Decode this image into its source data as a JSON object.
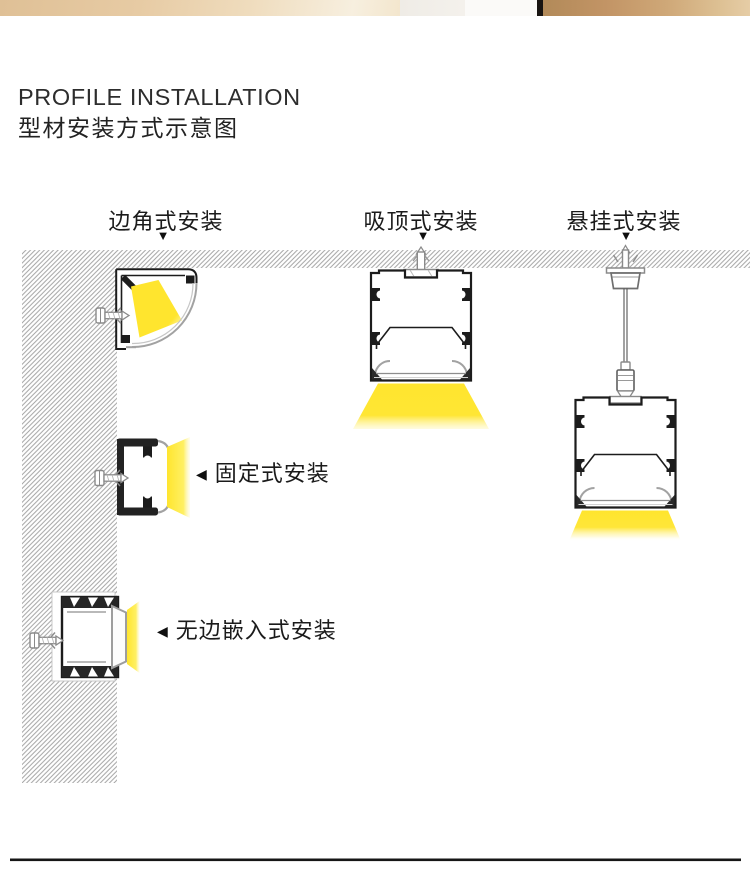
{
  "page": {
    "title": "PROFILE INSTALLATION",
    "subtitle": "型材安装方式示意图"
  },
  "diagram": {
    "top_labels": [
      {
        "label": "边角式安装",
        "marker": "▼"
      },
      {
        "label": "吸顶式安装",
        "marker": "▼"
      },
      {
        "label": "悬挂式安装",
        "marker": "▼"
      }
    ],
    "side_labels": [
      {
        "marker": "◀",
        "label": "固定式安装"
      },
      {
        "marker": "◀",
        "label": "无边嵌入式安装"
      }
    ],
    "colors": {
      "light_beam": "#ffe52e",
      "hatch_line": "#a3a3a3",
      "outline": "#1c1c1c",
      "divider": "#161616"
    }
  }
}
